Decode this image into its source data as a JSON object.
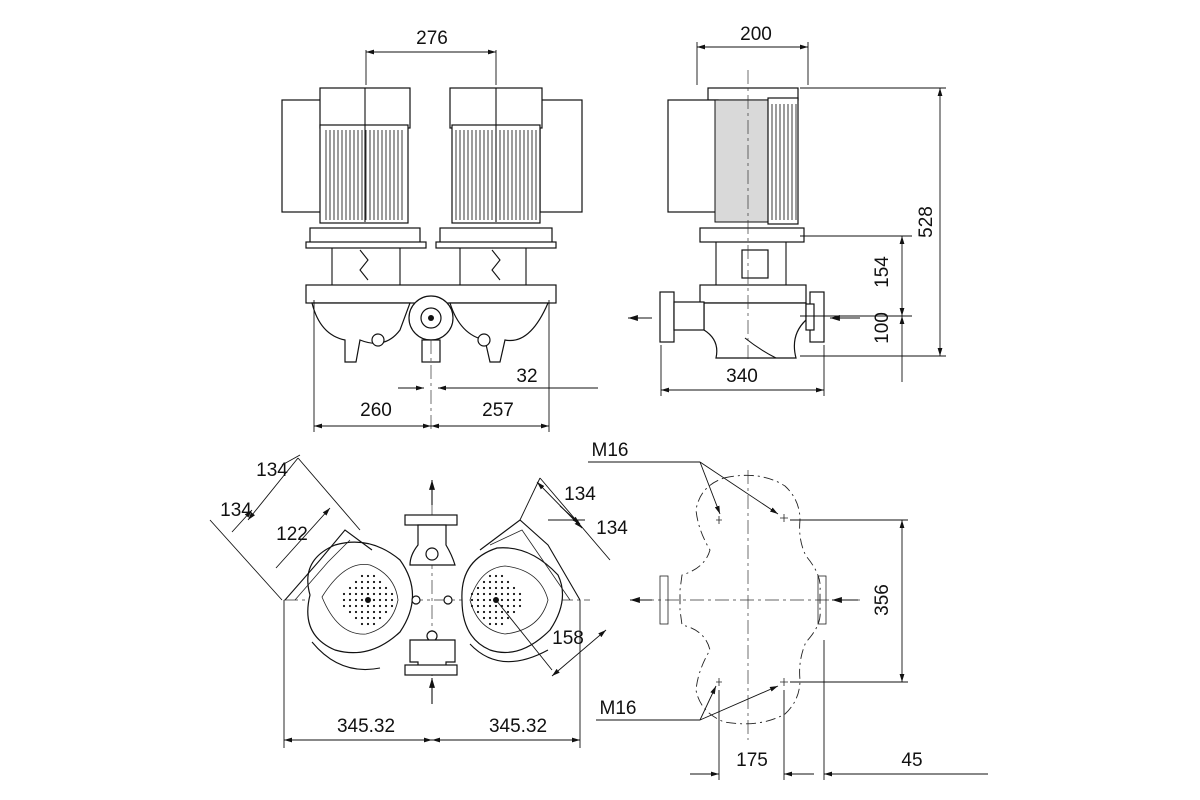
{
  "dimensions": {
    "top_front": {
      "motor_spacing": "276",
      "left_width": "260",
      "right_width": "257",
      "offset": "32"
    },
    "top_side": {
      "motor_width": "200",
      "total_height": "528",
      "coupling_height": "154",
      "base_height": "100",
      "flange_length": "340"
    },
    "plan": {
      "flange_a1": "134",
      "flange_a2": "134",
      "flange_a3": "122",
      "flange_b1": "134",
      "flange_b2": "134",
      "diag": "158",
      "left_span": "345.32",
      "right_span": "345.32"
    },
    "foundation": {
      "bolt_top": "M16",
      "bolt_bottom": "M16",
      "vertical": "356",
      "horizontal": "175",
      "edge": "45"
    }
  },
  "colors": {
    "line": "#111111",
    "background": "#ffffff",
    "motor_shade": "#d9d9d9"
  }
}
